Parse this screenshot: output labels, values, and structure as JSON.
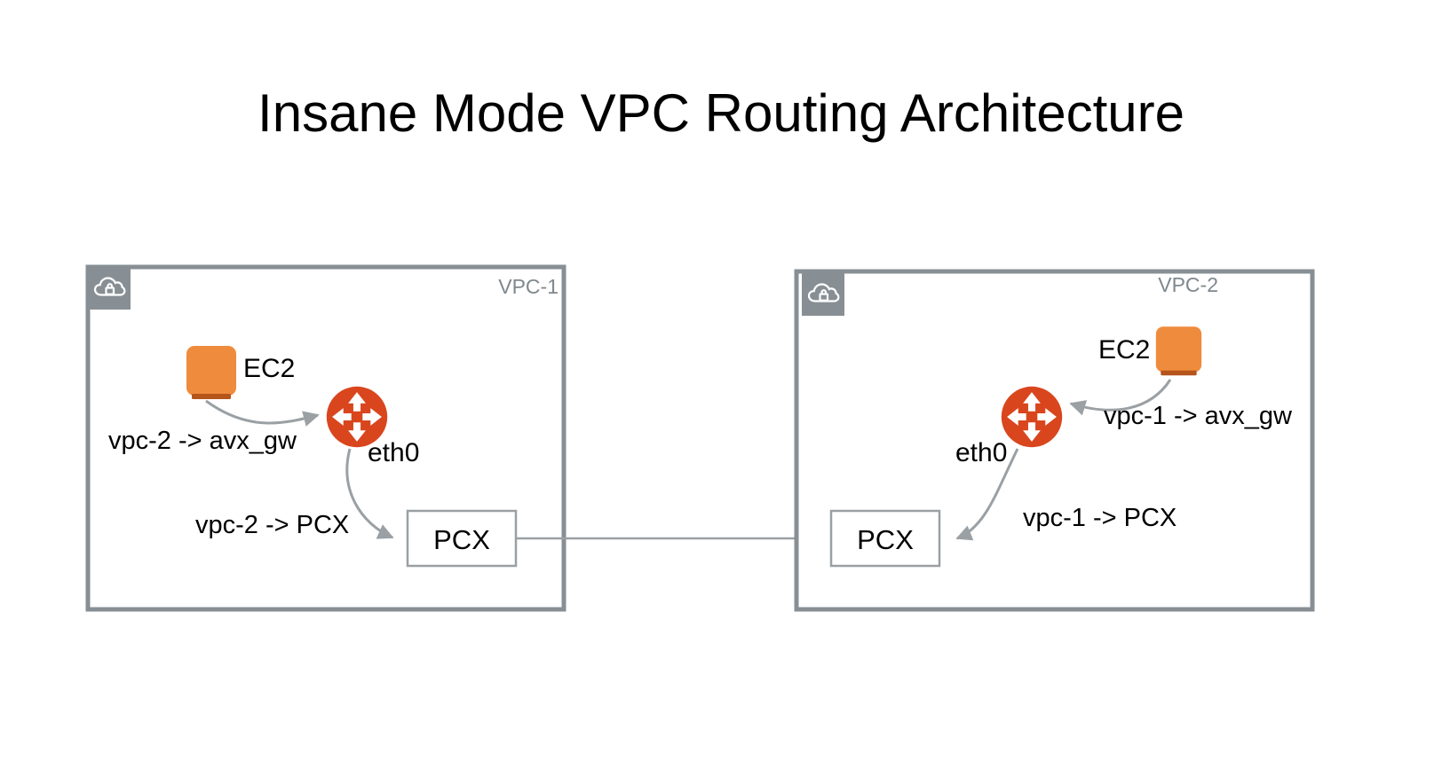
{
  "page": {
    "title": "Insane Mode VPC Routing Architecture",
    "background_color": "#ffffff"
  },
  "colors": {
    "vpc_border": "#878f94",
    "vpc_badge": "#878f94",
    "vpc_label": "#7f888d",
    "ec2_orange": "#ef8b3c",
    "ec2_foot": "#b5541b",
    "router_orange": "#d9461e",
    "connector_gray": "#9aa0a4",
    "text_black": "#000000"
  },
  "vpcs": [
    {
      "id": "vpc-1",
      "label": "VPC-1",
      "badge_icon": "vpc-cloud-lock-icon",
      "nodes": {
        "ec2": {
          "label": "EC2",
          "icon": "ec2-instance-icon"
        },
        "gateway": {
          "icon": "aviatrix-router-icon",
          "interface_label": "eth0"
        },
        "pcx": {
          "label": "PCX"
        }
      },
      "route_labels": [
        {
          "name": "route-to-gateway",
          "text": "vpc-2 -> avx_gw"
        },
        {
          "name": "route-to-pcx",
          "text": "vpc-2 -> PCX"
        }
      ]
    },
    {
      "id": "vpc-2",
      "label": "VPC-2",
      "badge_icon": "vpc-cloud-lock-icon",
      "nodes": {
        "ec2": {
          "label": "EC2",
          "icon": "ec2-instance-icon"
        },
        "gateway": {
          "icon": "aviatrix-router-icon",
          "interface_label": "eth0"
        },
        "pcx": {
          "label": "PCX"
        }
      },
      "route_labels": [
        {
          "name": "route-to-gateway",
          "text": "vpc-1 -> avx_gw"
        },
        {
          "name": "route-to-pcx",
          "text": "vpc-1 -> PCX"
        }
      ]
    }
  ],
  "connection": {
    "name": "pcx-peering-link",
    "from": "PCX",
    "to": "PCX"
  }
}
